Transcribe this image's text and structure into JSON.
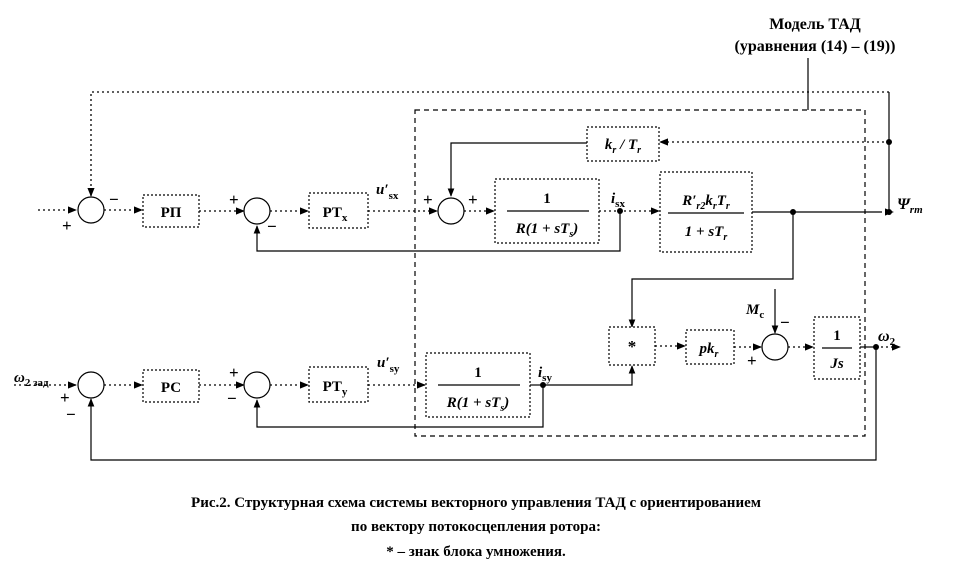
{
  "model": {
    "title": "Модель ТАД",
    "subtitle": "(уравнения (14) – (19))"
  },
  "blocks": {
    "rp": "РП",
    "rtx": "РТ",
    "rtx_sub": "x",
    "rs": "РС",
    "rty": "РТ",
    "rty_sub": "y",
    "mult": "*",
    "one": "1",
    "stator_den": "R(1 + sT",
    "stator_den_sub": "s",
    "stator_den_end": ")",
    "kr": "k",
    "kr_sub": "r",
    "kr_slash": " / T",
    "kr_tsub": "r",
    "rotor_num_r": "R",
    "rotor_num_prime": "′",
    "rotor_num_r2": "r2",
    "rotor_num_k": "k",
    "rotor_num_ksub": "r",
    "rotor_num_t": "T",
    "rotor_num_tsub": "r",
    "rotor_den": "1 + sT",
    "rotor_den_sub": "r",
    "pk": "pk",
    "pk_sub": "r",
    "js": "Js"
  },
  "signals": {
    "usx": "u′",
    "usx_sub": "sx",
    "usy": "u′",
    "usy_sub": "sy",
    "isx": "i",
    "isx_sub": "sx",
    "isy": "i",
    "isy_sub": "sy",
    "psi": "Ψ",
    "psi_sub": "rm",
    "omega2": "ω",
    "omega2_sub": "2",
    "omega_ref": "ω",
    "omega_ref_sub": "2 зад",
    "mc": "M",
    "mc_sub": "c"
  },
  "signs": {
    "plus": "+",
    "minus": "−"
  },
  "caption": {
    "line1": "Рис.2. Структурная схема системы векторного управления ТАД с ориентированием",
    "line2": "по вектору потокосцепления ротора:",
    "line3": "* – знак блока умножения."
  }
}
